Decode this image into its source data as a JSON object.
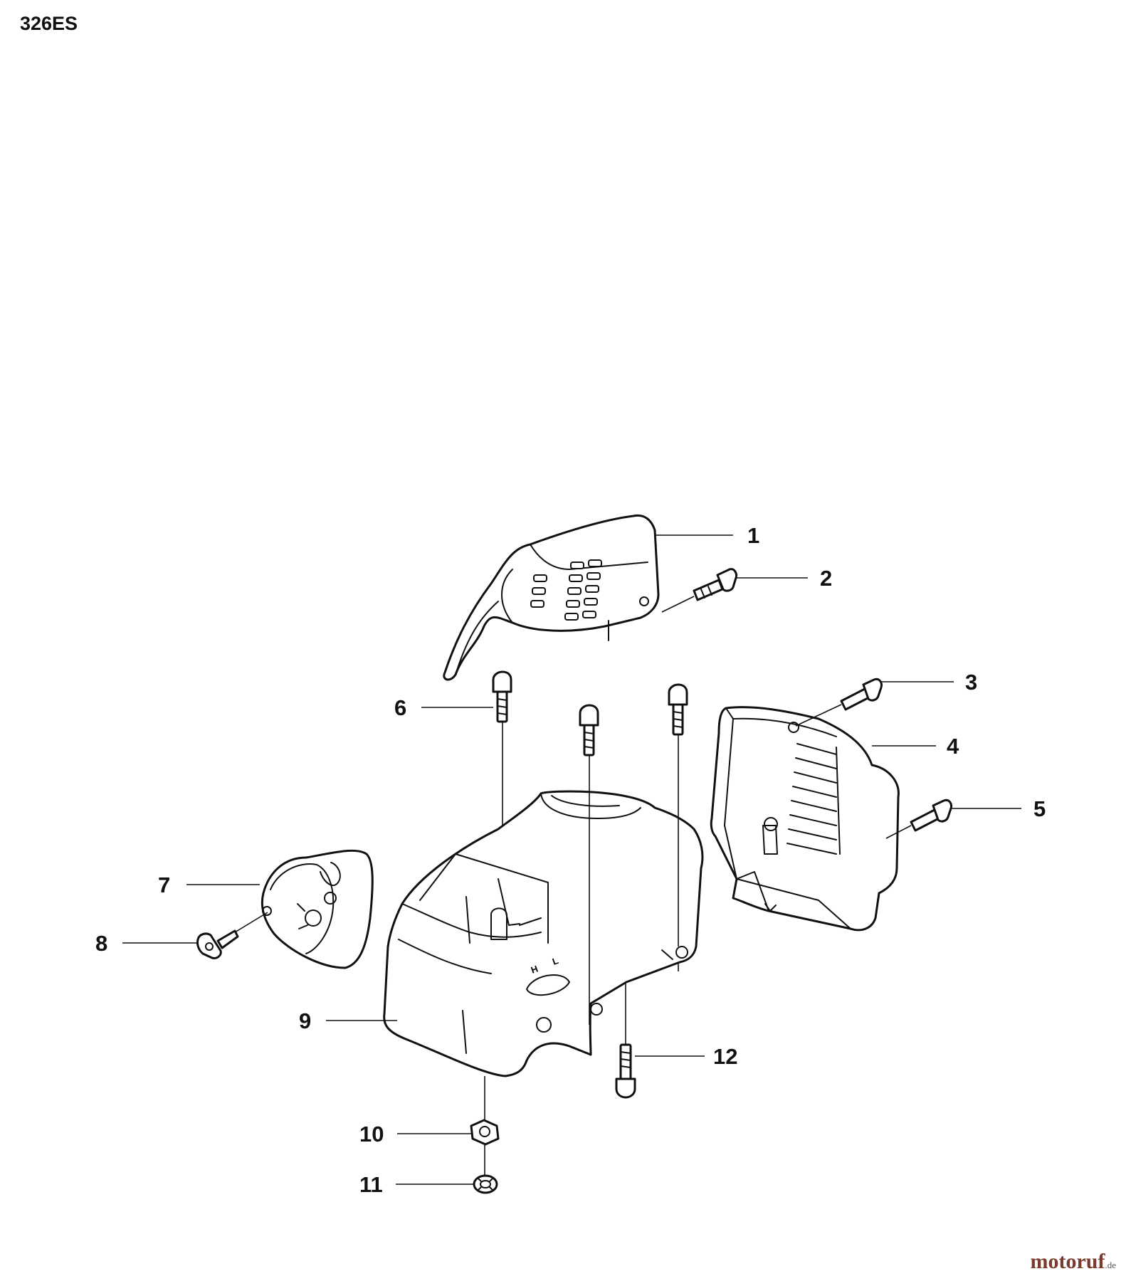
{
  "diagram": {
    "model": "326ES",
    "callouts": [
      {
        "id": "1",
        "label": "1"
      },
      {
        "id": "2",
        "label": "2"
      },
      {
        "id": "3",
        "label": "3"
      },
      {
        "id": "4",
        "label": "4"
      },
      {
        "id": "5",
        "label": "5"
      },
      {
        "id": "6",
        "label": "6"
      },
      {
        "id": "7",
        "label": "7"
      },
      {
        "id": "8",
        "label": "8"
      },
      {
        "id": "9",
        "label": "9"
      },
      {
        "id": "10",
        "label": "10"
      },
      {
        "id": "11",
        "label": "11"
      },
      {
        "id": "12",
        "label": "12"
      }
    ],
    "shroud_marks": {
      "high": "H",
      "low": "L"
    }
  },
  "watermark": {
    "main": "motoruf",
    "suffix": ".de"
  }
}
